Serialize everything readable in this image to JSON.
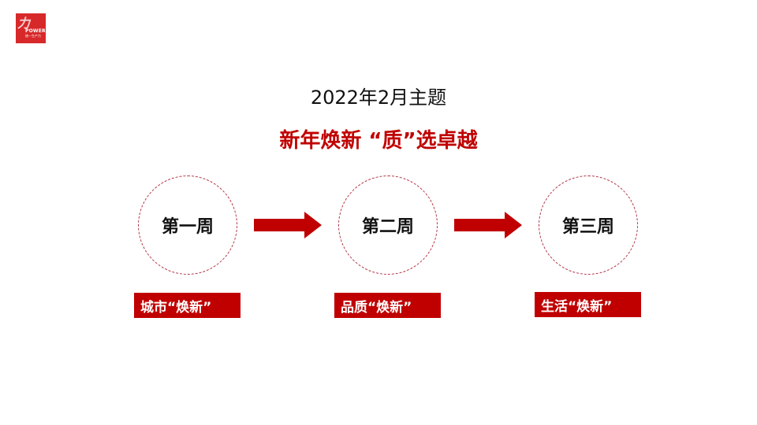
{
  "logo": {
    "mark": "力",
    "brand": "POWER",
    "sub": "统一生产力"
  },
  "title": "2022年2月主题",
  "subtitle": "新年焕新 “质”选卓越",
  "weeks": [
    {
      "label": "第一周",
      "tag": "城市“焕新”"
    },
    {
      "label": "第二周",
      "tag": "品质“焕新”"
    },
    {
      "label": "第三周",
      "tag": "生活“焕新”"
    }
  ],
  "colors": {
    "accent": "#c00000",
    "circle_border": "#b03040",
    "logo": "#d7282a"
  }
}
